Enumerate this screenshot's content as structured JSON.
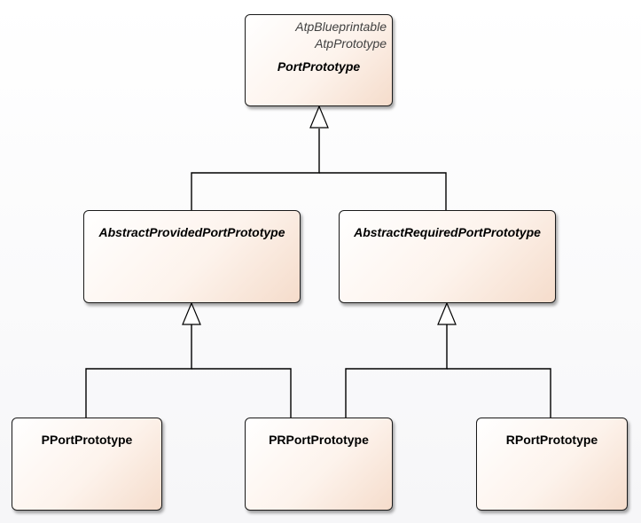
{
  "classes": {
    "port_prototype": {
      "stereotypes": [
        "AtpBlueprintable",
        "AtpPrototype"
      ],
      "name": "PortPrototype"
    },
    "abstract_provided": {
      "name": "AbstractProvidedPortPrototype"
    },
    "abstract_required": {
      "name": "AbstractRequiredPortPrototype"
    },
    "p_port": {
      "name": "PPortPrototype"
    },
    "pr_port": {
      "name": "PRPortPrototype"
    },
    "r_port": {
      "name": "RPortPrototype"
    }
  }
}
